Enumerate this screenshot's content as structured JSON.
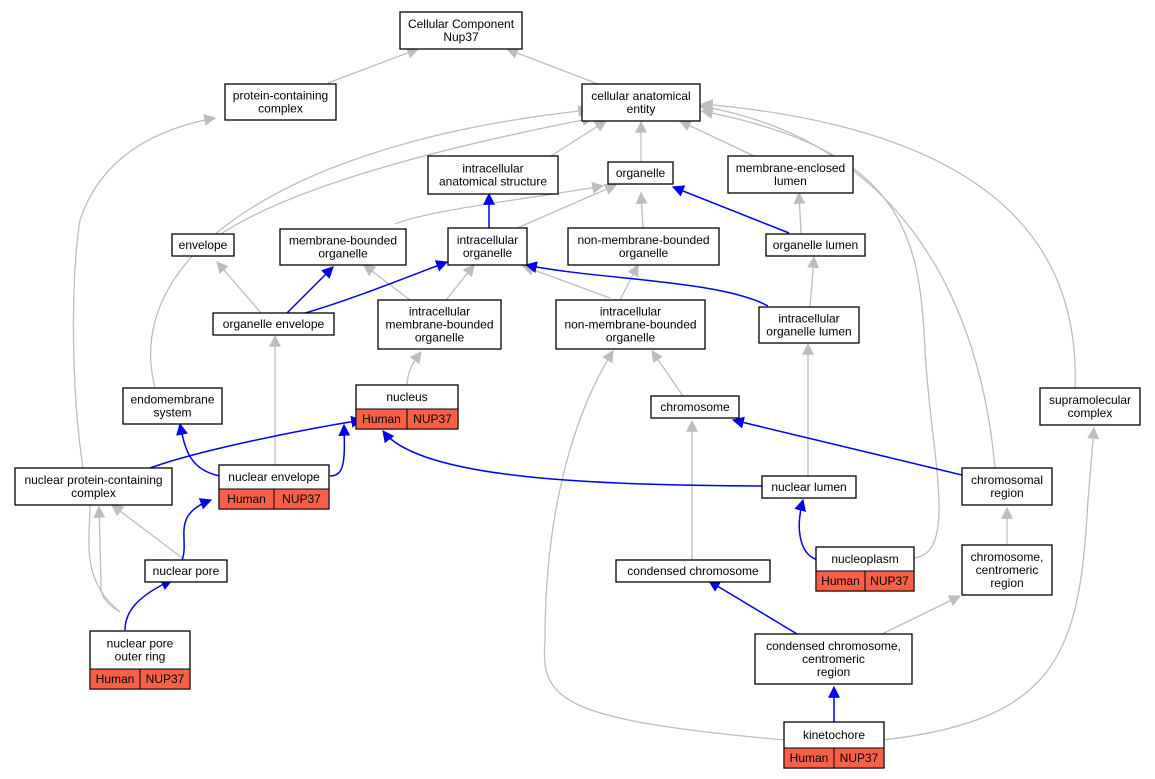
{
  "colors": {
    "edge_is_a": "#bdbdbd",
    "edge_part_of": "#0000ee",
    "annotation_fill": "#fa6048",
    "node_border": "#000000"
  },
  "nodes": {
    "root": {
      "lines": [
        "Cellular Component",
        "Nup37"
      ]
    },
    "protein_containing_complex": {
      "lines": [
        "protein-containing",
        "complex"
      ]
    },
    "cellular_anatomical_entity": {
      "lines": [
        "cellular anatomical",
        "entity"
      ]
    },
    "intracellular_anatomical_structure": {
      "lines": [
        "intracellular",
        "anatomical structure"
      ]
    },
    "organelle": {
      "lines": [
        "organelle"
      ]
    },
    "membrane_enclosed_lumen": {
      "lines": [
        "membrane-enclosed",
        "lumen"
      ]
    },
    "envelope": {
      "lines": [
        "envelope"
      ]
    },
    "membrane_bounded_organelle": {
      "lines": [
        "membrane-bounded",
        "organelle"
      ]
    },
    "intracellular_organelle": {
      "lines": [
        "intracellular",
        "organelle"
      ]
    },
    "non_membrane_bounded_organelle": {
      "lines": [
        "non-membrane-bounded",
        "organelle"
      ]
    },
    "organelle_lumen": {
      "lines": [
        "organelle lumen"
      ]
    },
    "organelle_envelope": {
      "lines": [
        "organelle envelope"
      ]
    },
    "intracellular_membrane_bounded_organelle": {
      "lines": [
        "intracellular",
        "membrane-bounded",
        "organelle"
      ]
    },
    "intracellular_non_membrane_bounded_organelle": {
      "lines": [
        "intracellular",
        "non-membrane-bounded",
        "organelle"
      ]
    },
    "intracellular_organelle_lumen": {
      "lines": [
        "intracellular",
        "organelle lumen"
      ]
    },
    "endomembrane_system": {
      "lines": [
        "endomembrane",
        "system"
      ]
    },
    "nucleus": {
      "lines": [
        "nucleus"
      ],
      "tags": [
        "Human",
        "NUP37"
      ]
    },
    "chromosome": {
      "lines": [
        "chromosome"
      ]
    },
    "supramolecular_complex": {
      "lines": [
        "supramolecular",
        "complex"
      ]
    },
    "nuclear_protein_containing_complex": {
      "lines": [
        "nuclear protein-containing",
        "complex"
      ]
    },
    "nuclear_envelope": {
      "lines": [
        "nuclear envelope"
      ],
      "tags": [
        "Human",
        "NUP37"
      ]
    },
    "nuclear_lumen": {
      "lines": [
        "nuclear lumen"
      ]
    },
    "chromosomal_region": {
      "lines": [
        "chromosomal",
        "region"
      ]
    },
    "nuclear_pore": {
      "lines": [
        "nuclear pore"
      ]
    },
    "condensed_chromosome": {
      "lines": [
        "condensed chromosome"
      ]
    },
    "nucleoplasm": {
      "lines": [
        "nucleoplasm"
      ],
      "tags": [
        "Human",
        "NUP37"
      ]
    },
    "chromosome_centromeric_region": {
      "lines": [
        "chromosome,",
        "centromeric",
        "region"
      ]
    },
    "nuclear_pore_outer_ring": {
      "lines": [
        "nuclear pore",
        "outer ring"
      ],
      "tags": [
        "Human",
        "NUP37"
      ]
    },
    "condensed_chromosome_centromeric_region": {
      "lines": [
        "condensed chromosome,",
        "centromeric",
        "region"
      ]
    },
    "kinetochore": {
      "lines": [
        "kinetochore"
      ],
      "tags": [
        "Human",
        "NUP37"
      ]
    }
  }
}
